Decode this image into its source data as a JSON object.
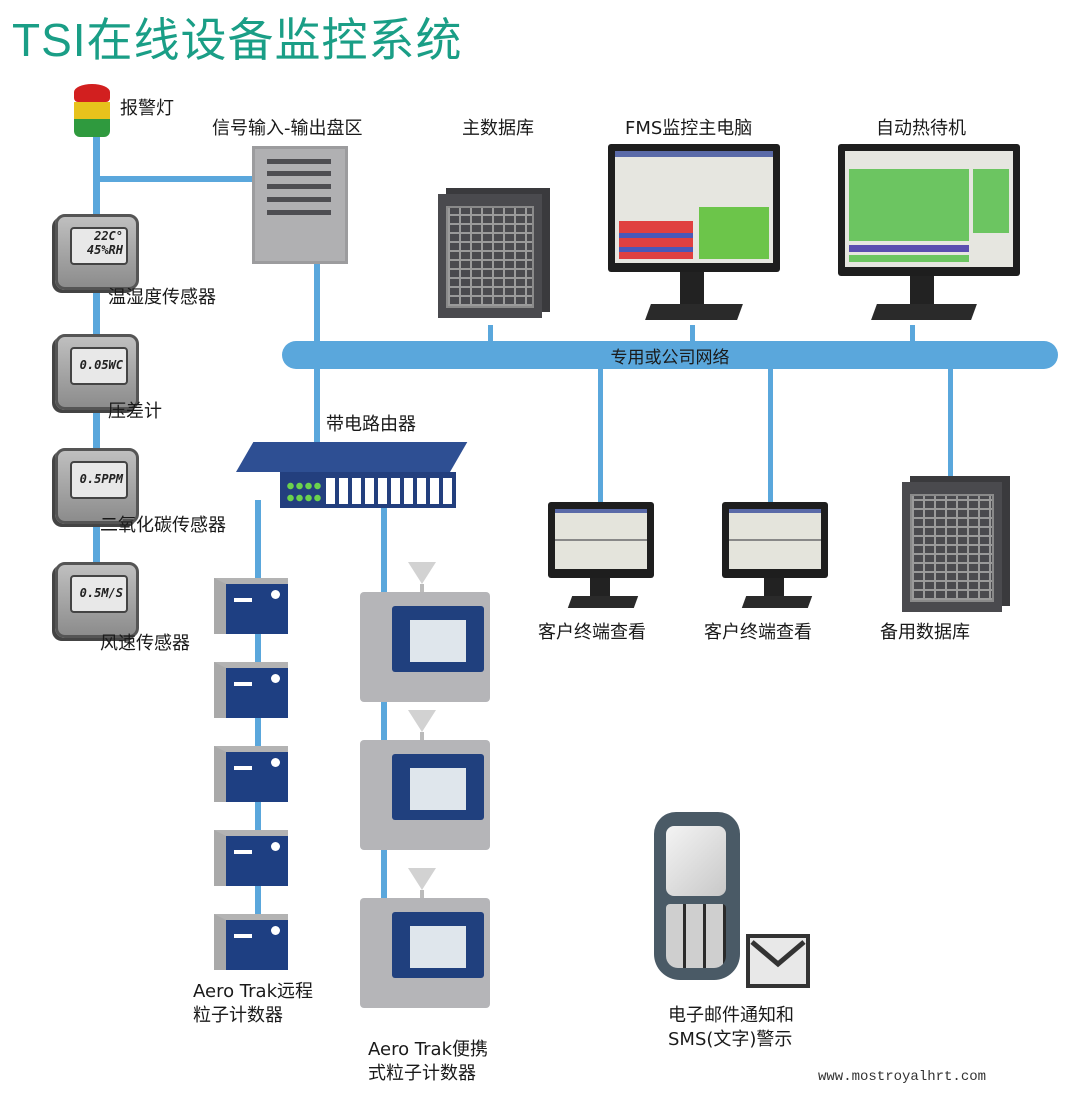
{
  "title": "TSI在线设备监控系统",
  "labels": {
    "alarm_light": "报警灯",
    "io_panel": "信号输入-输出盘区",
    "main_db": "主数据库",
    "fms_pc": "FMS监控主电脑",
    "hot_standby": "自动热待机",
    "network": "专用或公司网络",
    "router": "带电路由器",
    "temp_humidity": "温湿度传感器",
    "diff_pressure": "压差计",
    "co2": "二氧化碳传感器",
    "wind_speed": "风速传感器",
    "client1": "客户终端查看",
    "client2": "客户终端查看",
    "backup_db": "备用数据库",
    "remote_counter_line1": "Aero Trak远程",
    "remote_counter_line2": "粒子计数器",
    "portable_counter_line1": "Aero Trak便携",
    "portable_counter_line2": "式粒子计数器",
    "notify_line1": "电子邮件通知和",
    "notify_line2": "SMS(文字)警示",
    "watermark": "www.mostroyalhrt.com"
  },
  "sensor_readings": {
    "temp_humidity_line1": "22C°",
    "temp_humidity_line2": "45%RH",
    "diff_pressure": "0.05WC",
    "co2": "0.5PPM",
    "wind_speed": "0.5M/S"
  },
  "colors": {
    "title": "#1a9e86",
    "network_wire": "#5aa7dc",
    "alarm_red": "#d21f1f",
    "alarm_yellow": "#e7c21c",
    "alarm_green": "#2f9a3e",
    "device_blue": "#1e3f82"
  }
}
